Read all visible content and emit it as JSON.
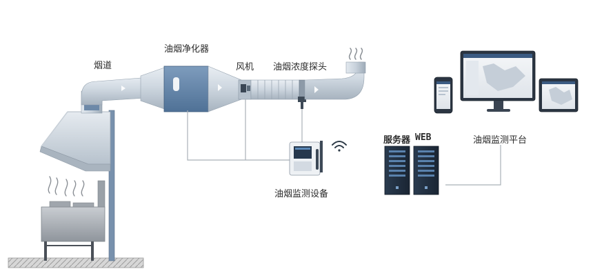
{
  "labels": {
    "duct": "烟道",
    "purifier": "油烟净化器",
    "fan": "风机",
    "probe": "油烟浓度探头",
    "monitor_device": "油烟监测设备",
    "server": "服务器",
    "web": "WEB",
    "platform": "油烟监测平台"
  },
  "icons": {
    "wifi": "wifi-icon"
  },
  "colors": {
    "duct": "#c9d3dd",
    "purifier": "#5f82a6",
    "server": "#1f2d3d",
    "line": "#a9b0b8",
    "ground": "#bdbdbd"
  }
}
